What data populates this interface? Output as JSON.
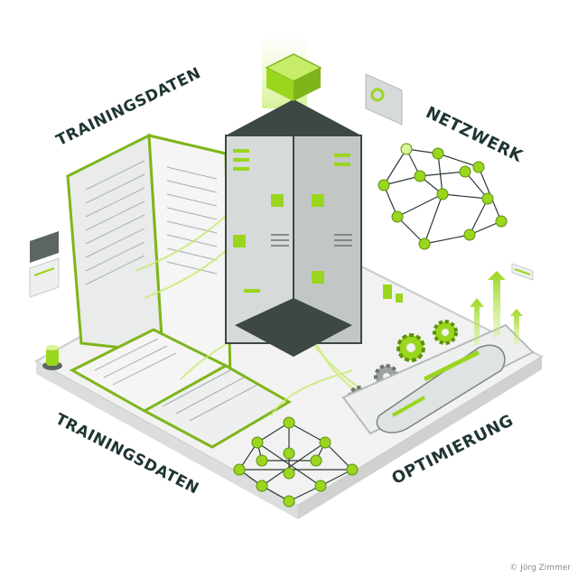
{
  "labels": {
    "top_left": "TRAININGSDATEN",
    "top_right": "NETZWERK",
    "bottom_left": "TRAININGSDATEN",
    "bottom_right": "OPTIMIERUNG"
  },
  "copyright": "© Jörg Zimmer",
  "colors": {
    "accent_green": "#9ad61e",
    "accent_light": "#d8f39a",
    "dark_text": "#1f3533",
    "server_grey": "#e2e5e4",
    "server_dark": "#3d4744",
    "platform": "#f1f2f1",
    "platform_edge": "#c9cccb",
    "gear_grey": "#9ea3a1"
  },
  "scene": {
    "elements": [
      {
        "name": "open-book-standing",
        "description": "large upright open book with green cover"
      },
      {
        "name": "open-book-lying",
        "description": "open book lying flat on platform"
      },
      {
        "name": "server-tower",
        "description": "isometric server tower with green top block"
      },
      {
        "name": "neural-network-top",
        "description": "network graph of green nodes, upper right"
      },
      {
        "name": "neural-network-bottom",
        "description": "network graph of green nodes, bottom center"
      },
      {
        "name": "gears",
        "description": "two green and two grey gears"
      },
      {
        "name": "optimizer-device",
        "description": "capsule-shaped device with upward green arrows"
      },
      {
        "name": "dashboard-cards",
        "description": "small floating UI cards"
      },
      {
        "name": "status-lamp",
        "description": "green beacon light on platform corner"
      }
    ]
  }
}
